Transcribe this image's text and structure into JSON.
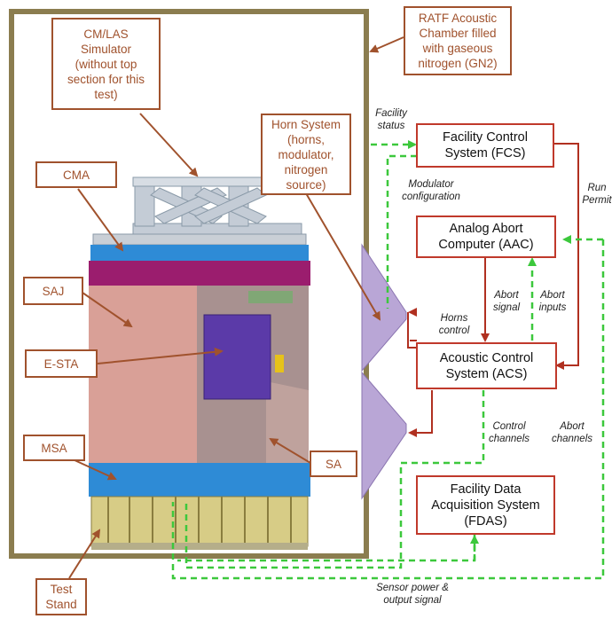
{
  "callouts": {
    "ratf": "RATF Acoustic\nChamber filled\nwith gaseous\nnitrogen (GN2)",
    "cm_las": "CM/LAS\nSimulator\n(without top\nsection for this\ntest)",
    "horn": "Horn System\n(horns,\nmodulator,\nnitrogen\nsource)",
    "cma": "CMA",
    "saj": "SAJ",
    "esta": "E-STA",
    "msa": "MSA",
    "sa": "SA",
    "test_stand": "Test\nStand"
  },
  "systems": {
    "fcs": "Facility Control\nSystem (FCS)",
    "aac": "Analog Abort\nComputer (AAC)",
    "acs": "Acoustic Control\nSystem (ACS)",
    "fdas": "Facility Data\nAcquisition System\n(FDAS)"
  },
  "signals": {
    "facility_status": "Facility\nstatus",
    "modulator_config": "Modulator\nconfiguration",
    "run_permit": "Run\nPermit",
    "abort_signal": "Abort\nsignal",
    "abort_inputs": "Abort\ninputs",
    "horns_control": "Horns\ncontrol",
    "control_channels": "Control\nchannels",
    "abort_channels": "Abort\nchannels",
    "sensor_power": "Sensor power &\noutput signal"
  },
  "colors": {
    "chamber_wall": "#8b7d4f",
    "callout_border": "#a0522d",
    "system_border": "#c0392b",
    "control_line": "#b03020",
    "data_line": "#3cc83c",
    "horn_fill": "#b9a6d6",
    "spacecraft_blue": "#2e8bd6",
    "spacecraft_pink": "#d9a097",
    "spacecraft_magenta": "#9b1d6e",
    "esta_purple": "#5b3aa8"
  }
}
